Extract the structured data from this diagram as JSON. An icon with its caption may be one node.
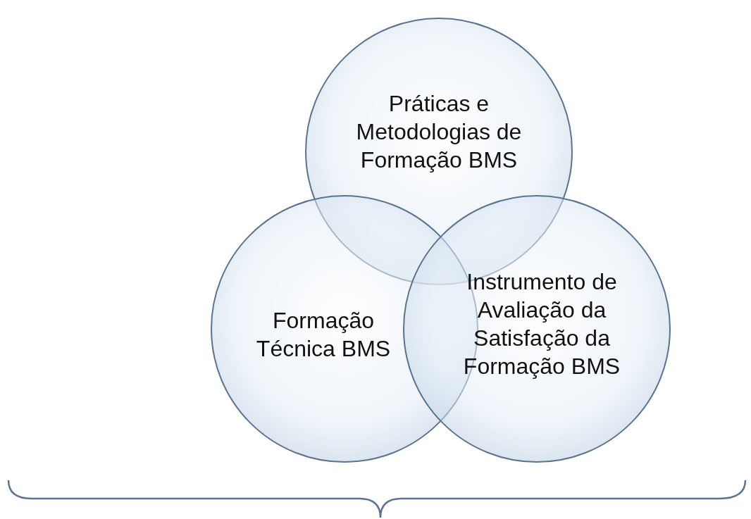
{
  "diagram": {
    "nodes": [
      {
        "text": [
          "Práticas e Metodologias de Formação BMS"
        ]
      },
      {
        "text": [
          "Formação Técnica BMS"
        ]
      },
      {
        "text": [
          "Instrumento de Avaliação da Satisfação da Formação BMS"
        ]
      }
    ]
  }
}
